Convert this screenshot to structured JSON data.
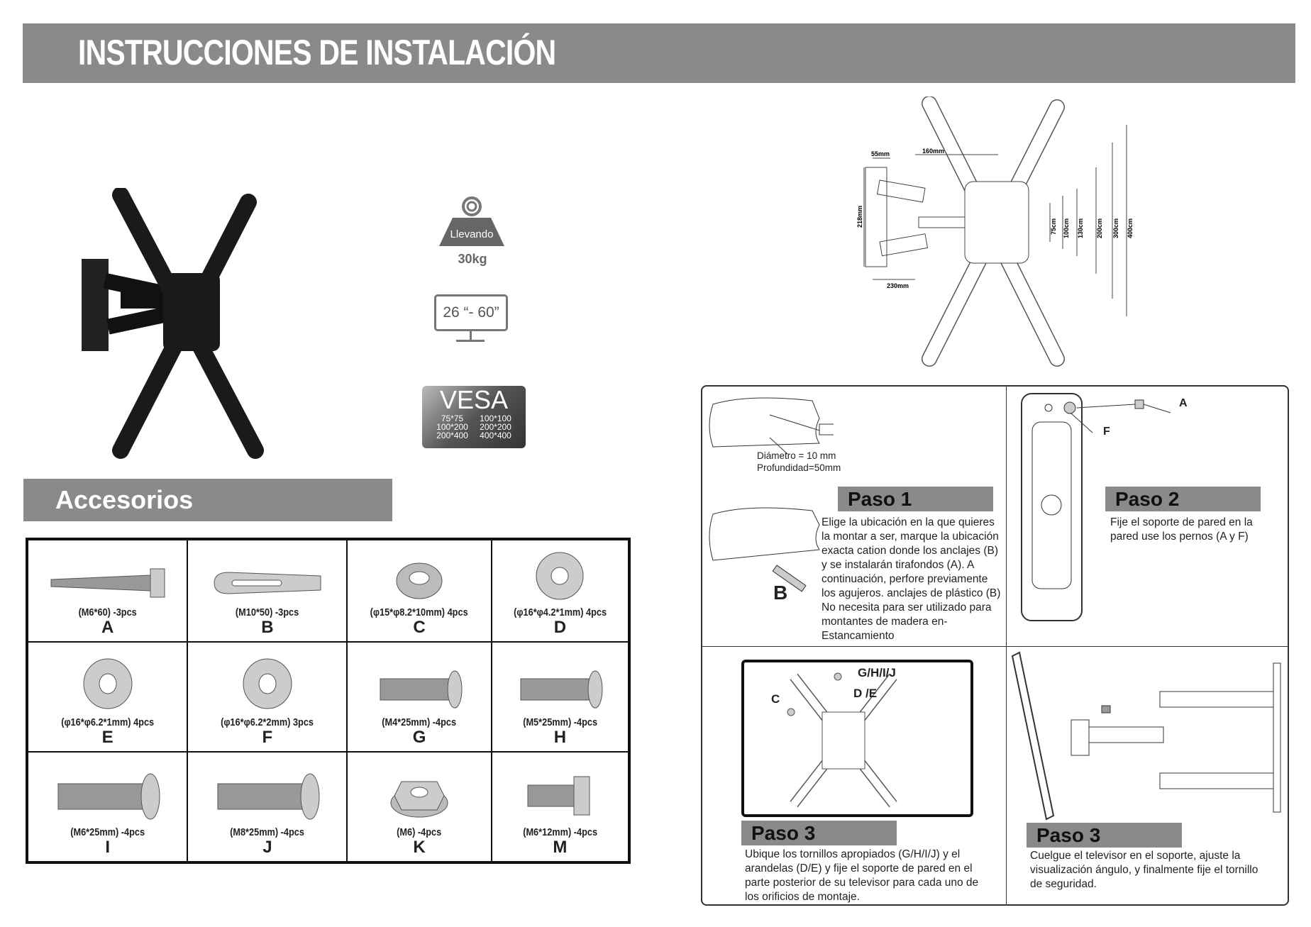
{
  "header": {
    "title": "INSTRUCCIONES DE INSTALACIÓN"
  },
  "features": {
    "load_label": "Llevando",
    "load_value": "30kg",
    "screen_size": "26 “- 60”",
    "vesa_title": "VESA",
    "vesa_sizes": [
      "75*75",
      "100*100",
      "100*200",
      "200*200",
      "200*400",
      "400*400"
    ]
  },
  "dimensions": [
    "55mm",
    "160mm",
    "218mm",
    "230mm",
    "75cm",
    "100cm",
    "130cm",
    "200cm",
    "300cm",
    "400cm"
  ],
  "accessories": {
    "title": "Accesorios",
    "items": [
      {
        "spec": "(M6*60) -3pcs",
        "letter": "A",
        "icon": "lag-bolt"
      },
      {
        "spec": "(M10*50) -3pcs",
        "letter": "B",
        "icon": "wall-anchor"
      },
      {
        "spec": "(φ15*φ8.2*10mm) 4pcs",
        "letter": "C",
        "icon": "spacer"
      },
      {
        "spec": "(φ16*φ4.2*1mm) 4pcs",
        "letter": "D",
        "icon": "washer"
      },
      {
        "spec": "(φ16*φ6.2*1mm) 4pcs",
        "letter": "E",
        "icon": "washer"
      },
      {
        "spec": "(φ16*φ6.2*2mm) 3pcs",
        "letter": "F",
        "icon": "washer"
      },
      {
        "spec": "(M4*25mm) -4pcs",
        "letter": "G",
        "icon": "screw"
      },
      {
        "spec": "(M5*25mm) -4pcs",
        "letter": "H",
        "icon": "screw"
      },
      {
        "spec": "(M6*25mm) -4pcs",
        "letter": "I",
        "icon": "screw"
      },
      {
        "spec": "(M8*25mm) -4pcs",
        "letter": "J",
        "icon": "screw"
      },
      {
        "spec": "(M6) -4pcs",
        "letter": "K",
        "icon": "nut"
      },
      {
        "spec": "(M6*12mm) -4pcs",
        "letter": "M",
        "icon": "hex-bolt"
      }
    ]
  },
  "steps": {
    "step1": {
      "title": "Paso 1",
      "drill_diameter": "Diámetro = 10 mm",
      "drill_depth": "Profundidad=50mm",
      "anchor_label": "B",
      "text": "Elige la ubicación en la que quieres la montar a ser, marque la ubicación exacta cation donde los anclajes (B) y se instalarán tirafondos (A). A continuación, perfore previamente los agujeros. anclajes de plástico (B) No necesita para ser utilizado para montantes de madera en-Estancamiento"
    },
    "step2": {
      "title": "Paso 2",
      "label_a": "A",
      "label_f": "F",
      "text": "Fije el soporte de pared en la pared use los pernos (A y F)"
    },
    "step3a": {
      "title": "Paso 3",
      "label_ghij": "G/H/I/J",
      "label_de": "D /E",
      "label_c": "C",
      "text": "Ubique los tornillos apropiados (G/H/I/J) y el arandelas (D/E) y fije el soporte de pared en el parte posterior de su televisor para cada uno de los orificios de montaje."
    },
    "step3b": {
      "title": "Paso 3",
      "text": "Cuelgue el televisor en el soporte, ajuste la visualización ángulo, y finalmente fije el tornillo de seguridad."
    }
  }
}
